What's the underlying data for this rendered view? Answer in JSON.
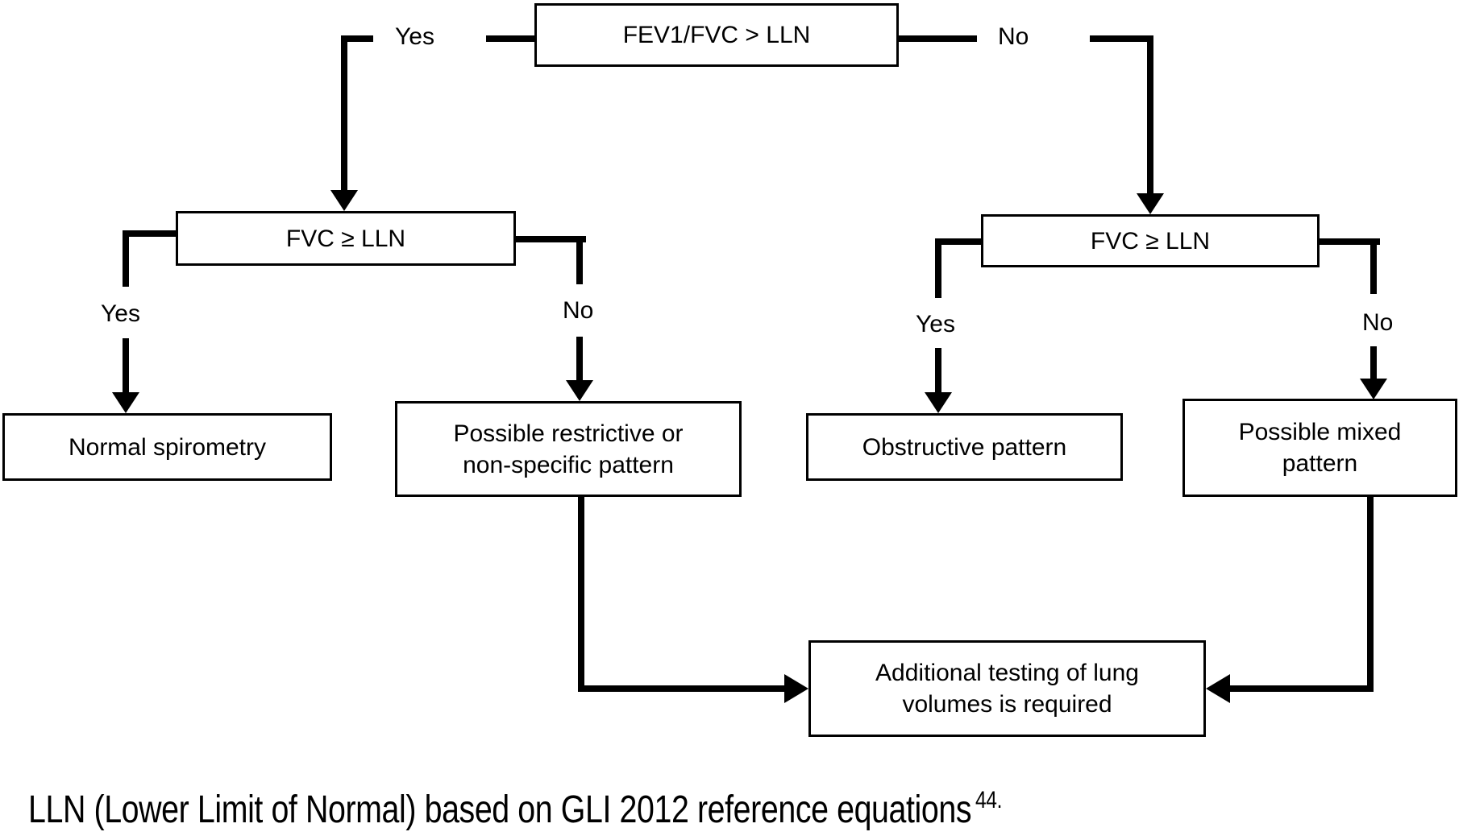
{
  "colors": {
    "background": "#ffffff",
    "line": "#000000",
    "text": "#000000"
  },
  "nodes": {
    "root": "FEV1/FVC > LLN",
    "fvc_left": "FVC ≥ LLN",
    "fvc_right": "FVC ≥ LLN",
    "normal": "Normal spirometry",
    "restrictive": "Possible restrictive or non-specific pattern",
    "obstructive": "Obstructive pattern",
    "mixed": "Possible mixed pattern",
    "additional": "Additional testing of lung volumes is required"
  },
  "edge_labels": {
    "root_yes": "Yes",
    "root_no": "No",
    "left_yes": "Yes",
    "left_no": "No",
    "right_yes": "Yes",
    "right_no": "No"
  },
  "footnote": {
    "text": "LLN (Lower Limit of Normal) based on GLI 2012 reference equations",
    "reference": "44."
  }
}
